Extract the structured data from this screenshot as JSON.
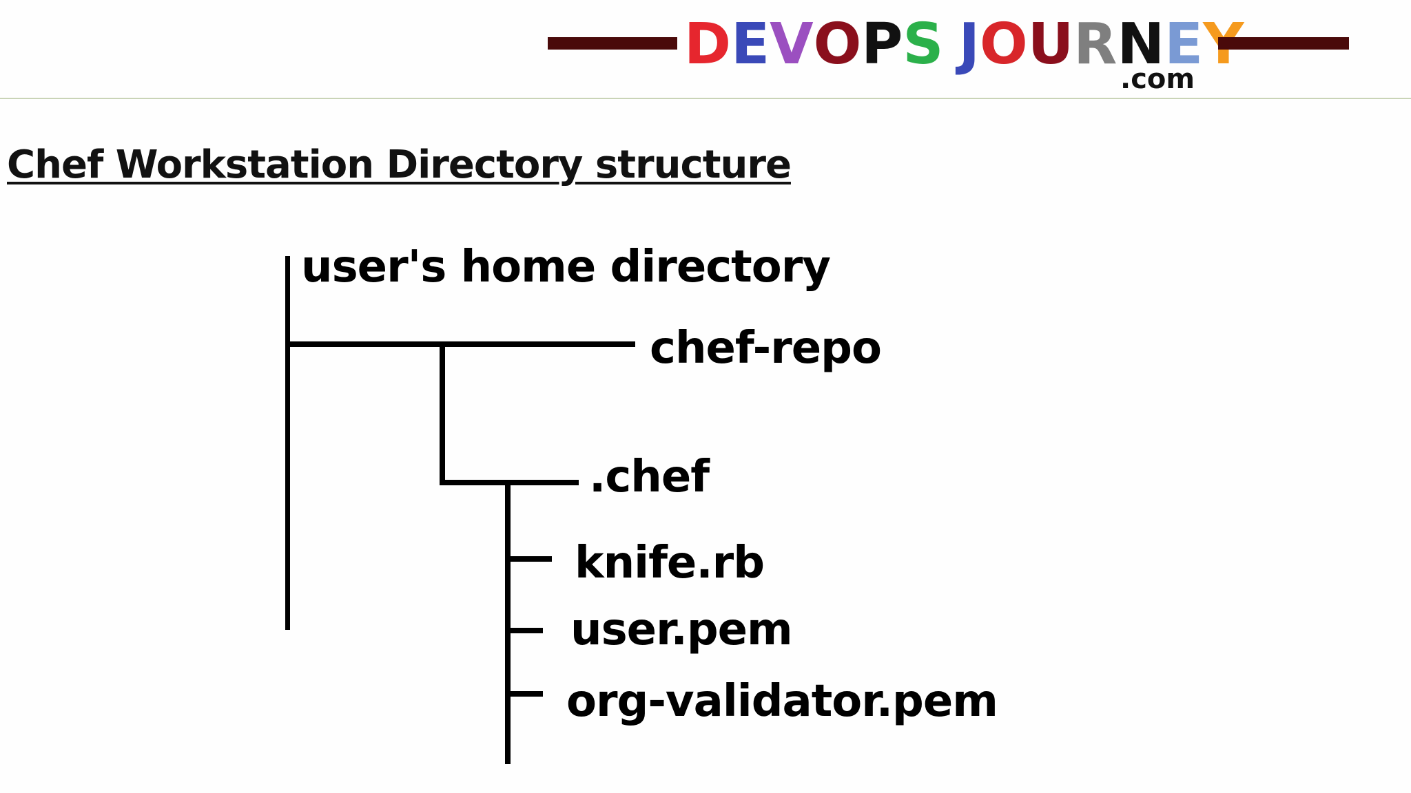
{
  "logo": {
    "letters": [
      {
        "char": "D",
        "color": "#e6262e"
      },
      {
        "char": "E",
        "color": "#3a49b8"
      },
      {
        "char": "V",
        "color": "#9b4fc0"
      },
      {
        "char": "O",
        "color": "#8a0f1c"
      },
      {
        "char": "P",
        "color": "#111111"
      },
      {
        "char": "S",
        "color": "#2bb04a"
      },
      {
        "char": "J",
        "color": "#3a49b8"
      },
      {
        "char": "O",
        "color": "#d8262a"
      },
      {
        "char": "U",
        "color": "#8a0f1c"
      },
      {
        "char": "R",
        "color": "#7f7f7f"
      },
      {
        "char": "N",
        "color": "#111111"
      },
      {
        "char": "E",
        "color": "#7a9ad4"
      },
      {
        "char": "Y",
        "color": "#f59a1e"
      }
    ],
    "text": "DEVOPS JOURNEY",
    "sub": ".com",
    "bar_color": "#4a0a0a"
  },
  "title": "Chef Workstation Directory structure",
  "tree": {
    "root": "user's home directory",
    "child": "chef-repo",
    "grandchild": ".chef",
    "files": [
      "knife.rb",
      "user.pem",
      "org-validator.pem"
    ]
  }
}
